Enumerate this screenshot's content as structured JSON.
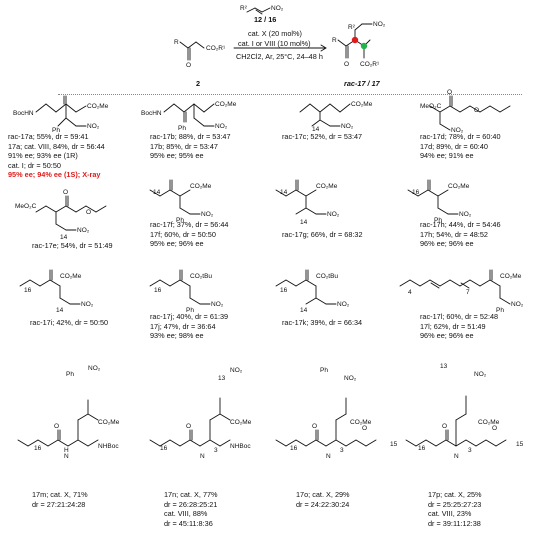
{
  "scheme": {
    "alkene_label": "12 / 16",
    "conditions": [
      "cat. X (20 mol%)",
      "cat. I or VIII (10 mol%)",
      "CH2Cl2, Ar, 25°C, 24–48 h"
    ],
    "start_label": "2",
    "product_label": "rac-17 / 17"
  },
  "entries": [
    {
      "id": "17a",
      "lines": [
        "rac-17a; 55%, dr = 59:41",
        "17a; cat. VIII, 84%, dr = 56:44",
        "91% ee; 93% ee (1R)",
        "cat. I; dr = 50:50",
        "95% ee; 94% ee (1S); X-ray"
      ]
    },
    {
      "id": "17b",
      "lines": [
        "rac-17b; 88%, dr = 53:47",
        "17b; 85%, dr = 53:47",
        "95% ee; 95% ee"
      ]
    },
    {
      "id": "17c",
      "lines": [
        "rac-17c; 52%, dr = 53:47"
      ]
    },
    {
      "id": "17d",
      "lines": [
        "rac-17d; 78%, dr = 60:40",
        "17d; 89%, dr = 60:40",
        "94% ee; 91% ee"
      ]
    },
    {
      "id": "17e",
      "lines": [
        "rac-17e; 54%, dr = 51:49"
      ]
    },
    {
      "id": "17f",
      "lines": [
        "rac-17f; 37%, dr = 56:44",
        "17f; 60%, dr = 50:50",
        "95% ee; 96% ee"
      ]
    },
    {
      "id": "17g",
      "lines": [
        "rac-17g; 66%, dr = 68:32"
      ]
    },
    {
      "id": "17h",
      "lines": [
        "rac-17h; 44%, dr = 54:46",
        "17h; 54%, dr = 48:52",
        "96% ee; 96% ee"
      ]
    },
    {
      "id": "17i",
      "lines": [
        "rac-17i; 42%, dr = 50:50"
      ]
    },
    {
      "id": "17j",
      "lines": [
        "rac-17j; 40%, dr = 61:39",
        "17j; 47%, dr = 36:64",
        "93% ee; 98% ee"
      ]
    },
    {
      "id": "17k",
      "lines": [
        "rac-17k; 39%, dr = 66:34"
      ]
    },
    {
      "id": "17l",
      "lines": [
        "rac-17l; 60%, dr = 52:48",
        "17l; 62%, dr = 51:49",
        "96% ee; 96% ee"
      ]
    },
    {
      "id": "17m",
      "lines": [
        "17m; cat. X, 71%",
        "dr = 27:21:24:28"
      ]
    },
    {
      "id": "17n",
      "lines": [
        "17n; cat. X, 77%",
        "dr = 26:28:25:21",
        "cat. VIII, 88%",
        "dr = 45:11:8:36"
      ]
    },
    {
      "id": "17o",
      "lines": [
        "17o; cat. X, 29%",
        "dr = 24:22:30:24"
      ]
    },
    {
      "id": "17p",
      "lines": [
        "17p; cat. X, 25%",
        "dr = 25:25:27:23",
        "cat. VIII, 23%",
        "dr = 39:11:12:38"
      ]
    }
  ]
}
